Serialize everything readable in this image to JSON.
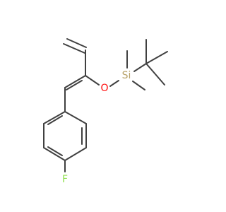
{
  "molecule": {
    "atoms": [
      {
        "id": "o1",
        "label": "O",
        "color": "#ff0d0d"
      },
      {
        "id": "si1",
        "label": "Si",
        "color": "#b8a36a"
      },
      {
        "id": "f1",
        "label": "F",
        "color": "#90e050"
      }
    ],
    "bond_color": "#404040"
  }
}
